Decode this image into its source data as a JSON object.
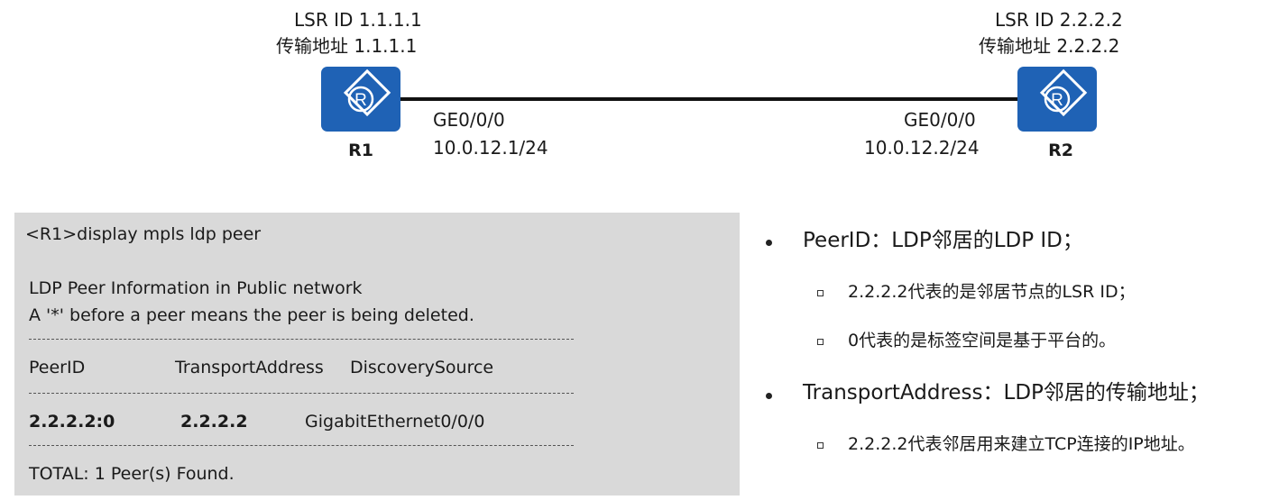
{
  "topology": {
    "r1": {
      "lsr_id": "LSR ID 1.1.1.1",
      "transport": "传输地址 1.1.1.1",
      "name": "R1",
      "iface": "GE0/0/0",
      "ip": "10.0.12.1/24"
    },
    "r2": {
      "lsr_id": "LSR ID 2.2.2.2",
      "transport": "传输地址 2.2.2.2",
      "name": "R2",
      "iface": "GE0/0/0",
      "ip": "10.0.12.2/24"
    },
    "router_color": "#1f62b5"
  },
  "terminal": {
    "command": "<R1>display mpls ldp peer",
    "line1": "LDP Peer Information in Public network",
    "line2": "A '*' before a peer means the peer is being deleted.",
    "headers": [
      "PeerID",
      "TransportAddress",
      "DiscoverySource"
    ],
    "row": [
      "2.2.2.2:0",
      "2.2.2.2",
      "GigabitEthernet0/0/0"
    ],
    "total": "TOTAL: 1 Peer(s) Found."
  },
  "notes": {
    "peerid": "PeerID：LDP邻居的LDP ID；",
    "peerid_sub1": "2.2.2.2代表的是邻居节点的LSR ID；",
    "peerid_sub2": "0代表的是标签空间是基于平台的。",
    "transport": "TransportAddress：LDP邻居的传输地址；",
    "transport_sub1": "2.2.2.2代表邻居用来建立TCP连接的IP地址。"
  }
}
